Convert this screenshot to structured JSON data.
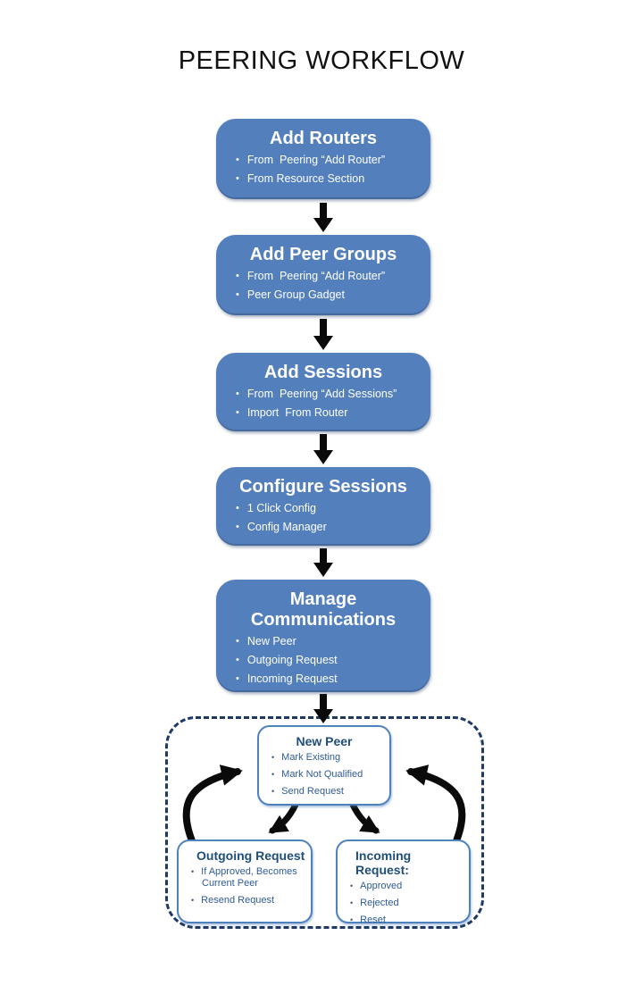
{
  "title": "PEERING WORKFLOW",
  "colors": {
    "flow_box_fill": "#5380bd",
    "detail_box_border": "#4f81bd",
    "dashed_border": "#1f3864",
    "detail_header_text": "#1f4e79",
    "detail_bullet_text": "#2f5b97",
    "arrow": "#0a0a0a"
  },
  "flow_boxes": [
    {
      "title": "Add Routers",
      "bullets": [
        "From  Peering “Add Router”",
        "From Resource Section"
      ]
    },
    {
      "title": "Add Peer Groups",
      "bullets": [
        "From  Peering “Add Router”",
        "Peer Group Gadget"
      ]
    },
    {
      "title": "Add Sessions",
      "bullets": [
        "From  Peering “Add Sessions”",
        "Import  From Router"
      ]
    },
    {
      "title": "Configure Sessions",
      "bullets": [
        "1 Click Config",
        "Config Manager"
      ]
    },
    {
      "title": "Manage Communications",
      "bullets": [
        "New Peer",
        "Outgoing Request",
        "Incoming Request"
      ]
    }
  ],
  "detail_boxes": [
    {
      "title": "New Peer",
      "bullets": [
        "Mark Existing",
        "Mark Not Qualified",
        "Send Request"
      ]
    },
    {
      "title": "Outgoing Request",
      "bullets": [
        "If Approved, Becomes Current Peer",
        "Resend Request"
      ]
    },
    {
      "title": "Incoming Request:",
      "bullets": [
        "Approved",
        "Rejected",
        "Reset"
      ]
    }
  ]
}
